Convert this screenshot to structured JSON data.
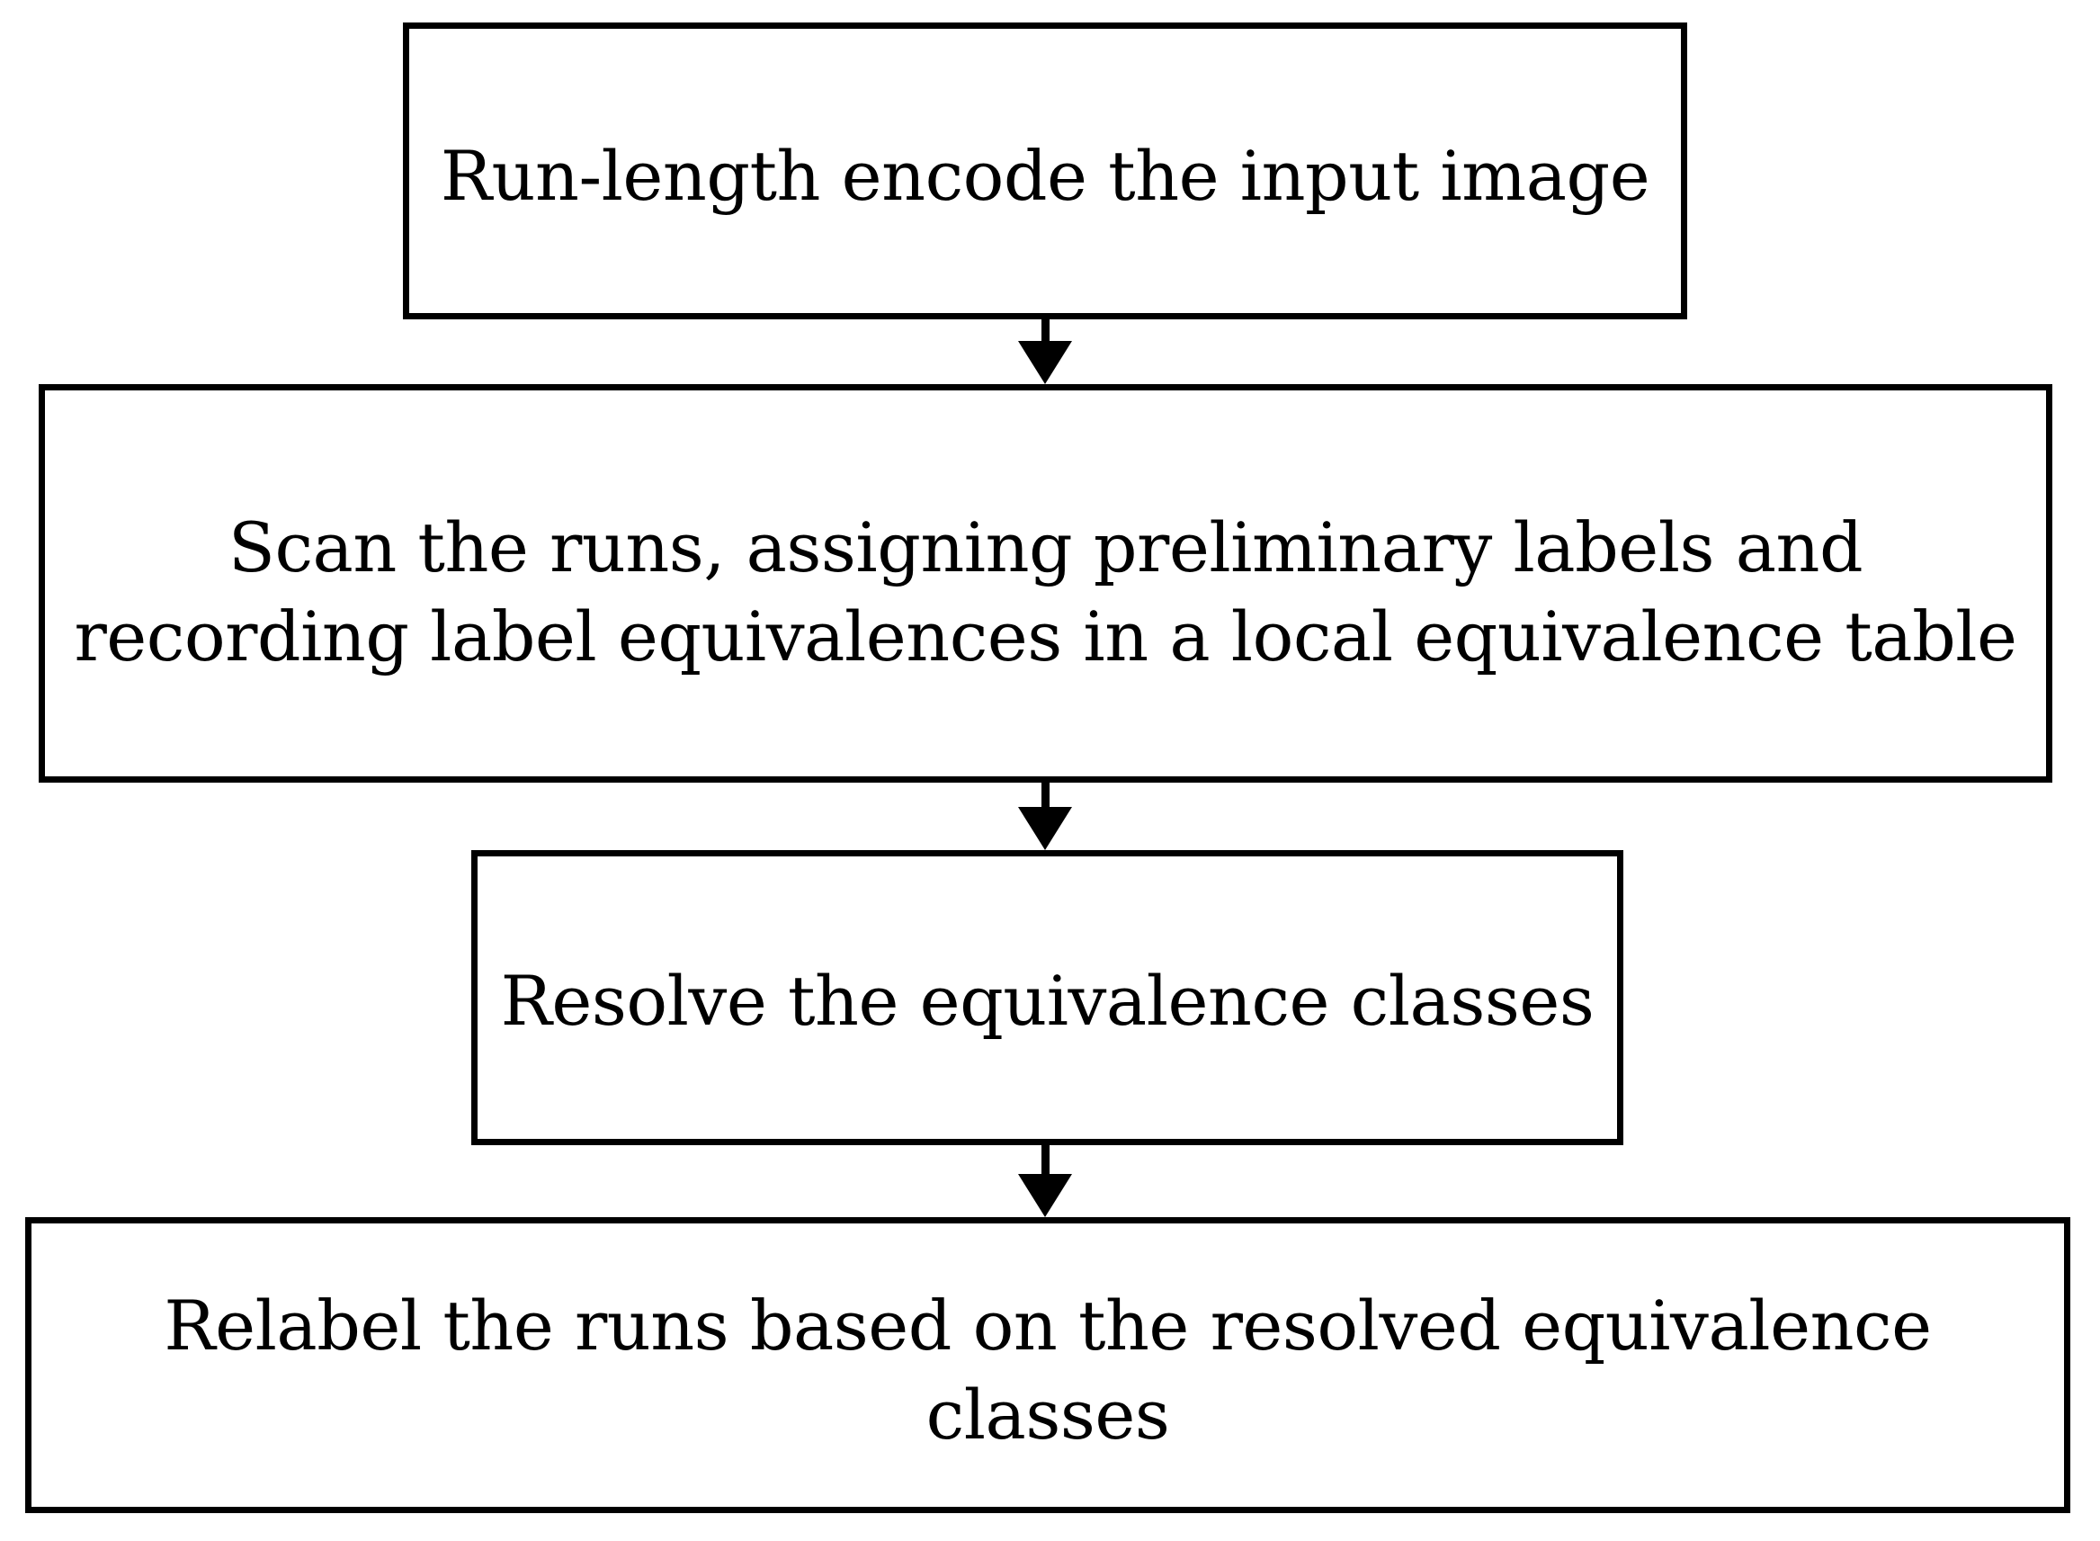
{
  "diagram": {
    "type": "flowchart",
    "orientation": "vertical-top-to-bottom",
    "background_color": "#FFFFFF",
    "line_color": "#000000",
    "text_color": "#000000",
    "nodes": [
      {
        "id": "step-1",
        "shape": "rectangle",
        "label": "Run-length encode the input image"
      },
      {
        "id": "step-2",
        "shape": "rectangle",
        "label": "Scan the runs, assigning preliminary labels and\nrecording label equivalences in a local equivalence table"
      },
      {
        "id": "step-3",
        "shape": "rectangle",
        "label": "Resolve the equivalence classes"
      },
      {
        "id": "step-4",
        "shape": "rectangle",
        "label": "Relabel the runs based on the resolved equivalence classes"
      }
    ],
    "edges": [
      {
        "id": "edge-1",
        "from": "step-1",
        "to": "step-2",
        "style": "solid-arrow-down",
        "label": ""
      },
      {
        "id": "edge-2",
        "from": "step-2",
        "to": "step-3",
        "style": "solid-arrow-down",
        "label": ""
      },
      {
        "id": "edge-3",
        "from": "step-3",
        "to": "step-4",
        "style": "solid-arrow-down",
        "label": ""
      }
    ]
  }
}
